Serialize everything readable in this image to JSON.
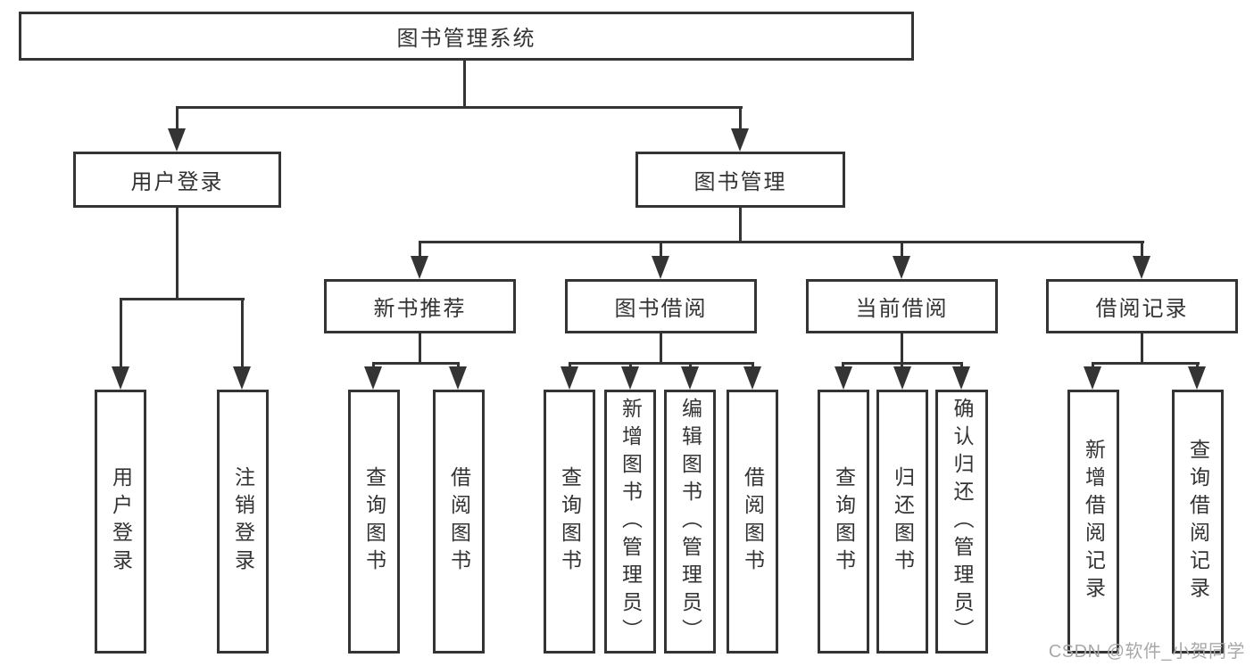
{
  "diagram_type": "hierarchy-tree",
  "hierarchy": {
    "label": "图书管理系统",
    "children": [
      {
        "label": "用户登录",
        "children": [
          {
            "label": "用户登录"
          },
          {
            "label": "注销登录"
          }
        ]
      },
      {
        "label": "图书管理",
        "children": [
          {
            "label": "新书推荐",
            "children": [
              {
                "label": "查询图书"
              },
              {
                "label": "借阅图书"
              }
            ]
          },
          {
            "label": "图书借阅",
            "children": [
              {
                "label": "查询图书"
              },
              {
                "label": "新增图书（管理员）"
              },
              {
                "label": "编辑图书（管理员）"
              },
              {
                "label": "借阅图书"
              }
            ]
          },
          {
            "label": "当前借阅",
            "children": [
              {
                "label": "查询图书"
              },
              {
                "label": "归还图书"
              },
              {
                "label": "确认归还（管理员）"
              }
            ]
          },
          {
            "label": "借阅记录",
            "children": [
              {
                "label": "新增借阅记录"
              },
              {
                "label": "查询借阅记录"
              }
            ]
          }
        ]
      }
    ]
  },
  "watermark": "CSDN @软件_小贺同学",
  "colors": {
    "line": "#343434",
    "node_border": "#343434",
    "node_fill": "#ffffff",
    "text": "#333333",
    "watermark_text": "#a8a8a8",
    "background": "#ffffff"
  }
}
